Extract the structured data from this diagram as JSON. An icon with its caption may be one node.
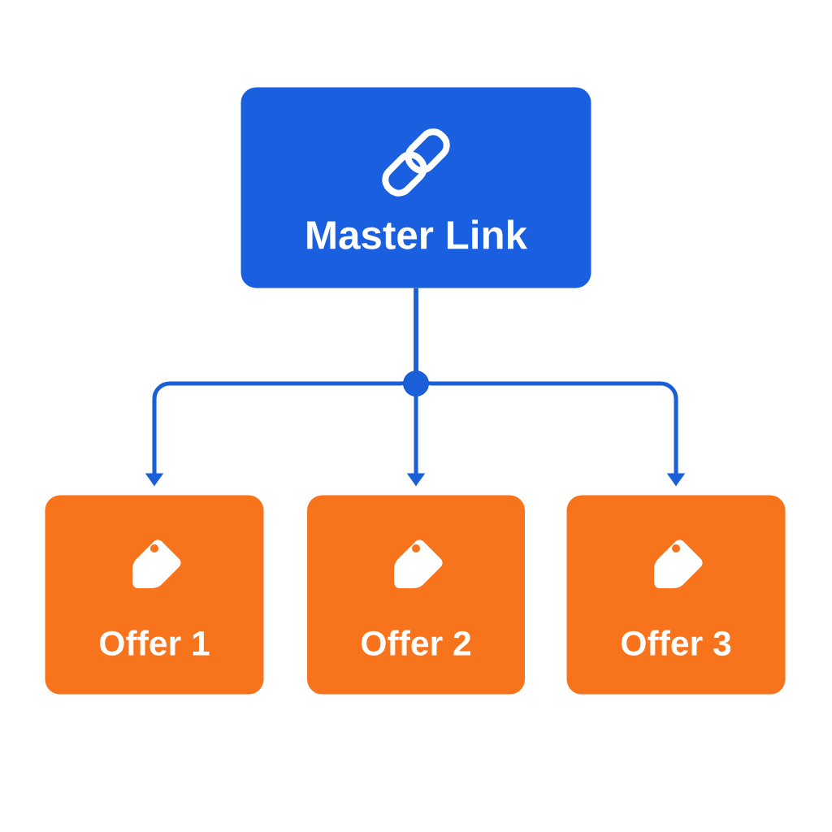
{
  "diagram": {
    "nodes": [
      {
        "text": [
          "Master Link"
        ]
      },
      {
        "text": [
          "Offer 1"
        ]
      },
      {
        "text": [
          "Offer 2"
        ]
      },
      {
        "text": [
          "Offer 3"
        ]
      }
    ],
    "edges": [
      {
        "from": 0,
        "to": 1,
        "arrow": "to"
      },
      {
        "from": 0,
        "to": 2,
        "arrow": "to"
      },
      {
        "from": 0,
        "to": 3,
        "arrow": "to"
      }
    ]
  }
}
